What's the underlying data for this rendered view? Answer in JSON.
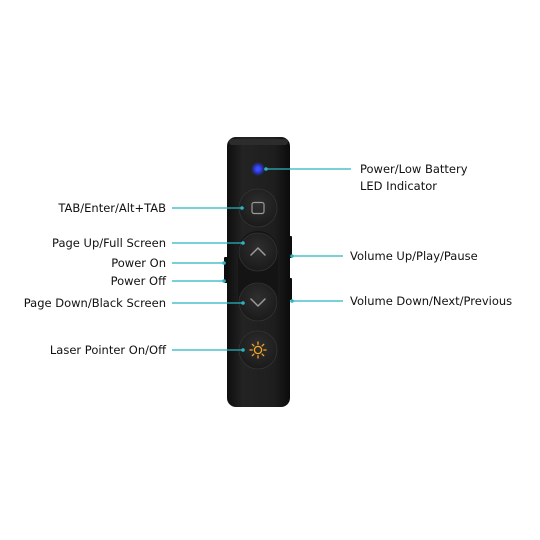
{
  "labels": {
    "led": [
      "Power/Low Battery",
      "LED Indicator"
    ],
    "tab": "TAB/Enter/Alt+TAB",
    "page_up": "Page Up/Full Screen",
    "power_on": "Power On",
    "power_off": "Power Off",
    "page_down": "Page Down/Black Screen",
    "laser": "Laser Pointer On/Off",
    "volume_up": "Volume Up/Play/Pause",
    "volume_down": "Volume Down/Next/Previous"
  },
  "colors": {
    "device_body": "#1c1c1c",
    "button": "#262626",
    "leader": "#2bb3c0",
    "led": "#2e3dff",
    "laser_icon": "#f5a623"
  },
  "icons": {
    "tab_button": "square-icon",
    "up_button": "chevron-up-icon",
    "down_button": "chevron-down-icon",
    "laser_button": "sun-icon"
  }
}
